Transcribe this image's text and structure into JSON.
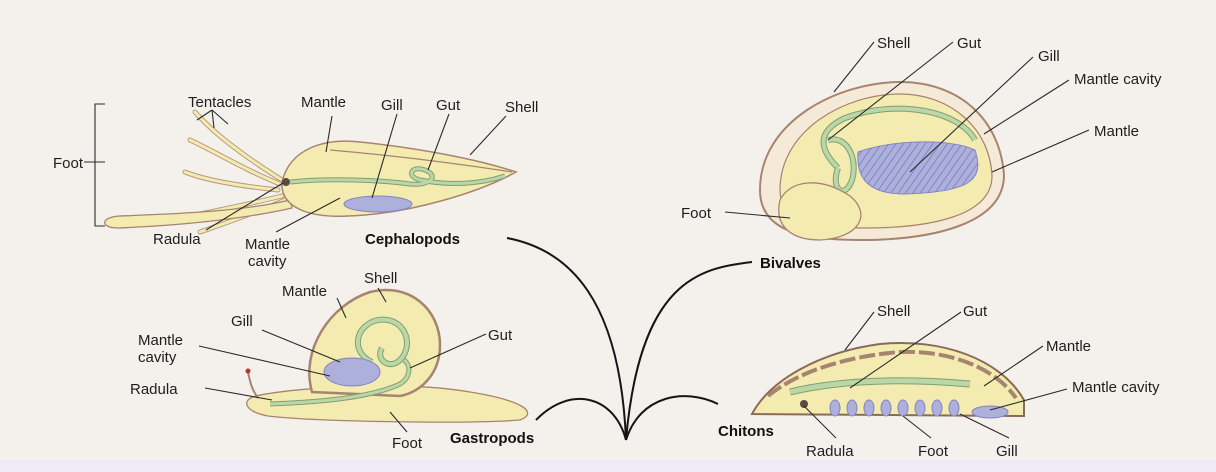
{
  "colors": {
    "paper": "#f4f1ec",
    "body": "#f3ebb0",
    "outline": "#a78470",
    "gut": "#bcd6a6",
    "gill": "#aeb0dc",
    "bottom_band": "#eeeaf6"
  },
  "groups": {
    "cephalopods": "Cephalopods",
    "bivalves": "Bivalves",
    "gastropods": "Gastropods",
    "chitons": "Chitons"
  },
  "labels": {
    "ceph": {
      "foot": "Foot",
      "tentacles": "Tentacles",
      "mantle": "Mantle",
      "gill": "Gill",
      "gut": "Gut",
      "shell": "Shell",
      "radula": "Radula",
      "mantle_cavity_1": "Mantle",
      "mantle_cavity_2": "cavity"
    },
    "biv": {
      "shell": "Shell",
      "gut": "Gut",
      "gill": "Gill",
      "mantle_cavity": "Mantle cavity",
      "mantle": "Mantle",
      "foot": "Foot"
    },
    "gast": {
      "shell": "Shell",
      "mantle": "Mantle",
      "gill": "Gill",
      "gut": "Gut",
      "mantle_cavity_1": "Mantle",
      "mantle_cavity_2": "cavity",
      "radula": "Radula",
      "foot": "Foot"
    },
    "chit": {
      "shell": "Shell",
      "gut": "Gut",
      "mantle": "Mantle",
      "mantle_cavity": "Mantle cavity",
      "radula": "Radula",
      "foot": "Foot",
      "gill": "Gill"
    }
  }
}
